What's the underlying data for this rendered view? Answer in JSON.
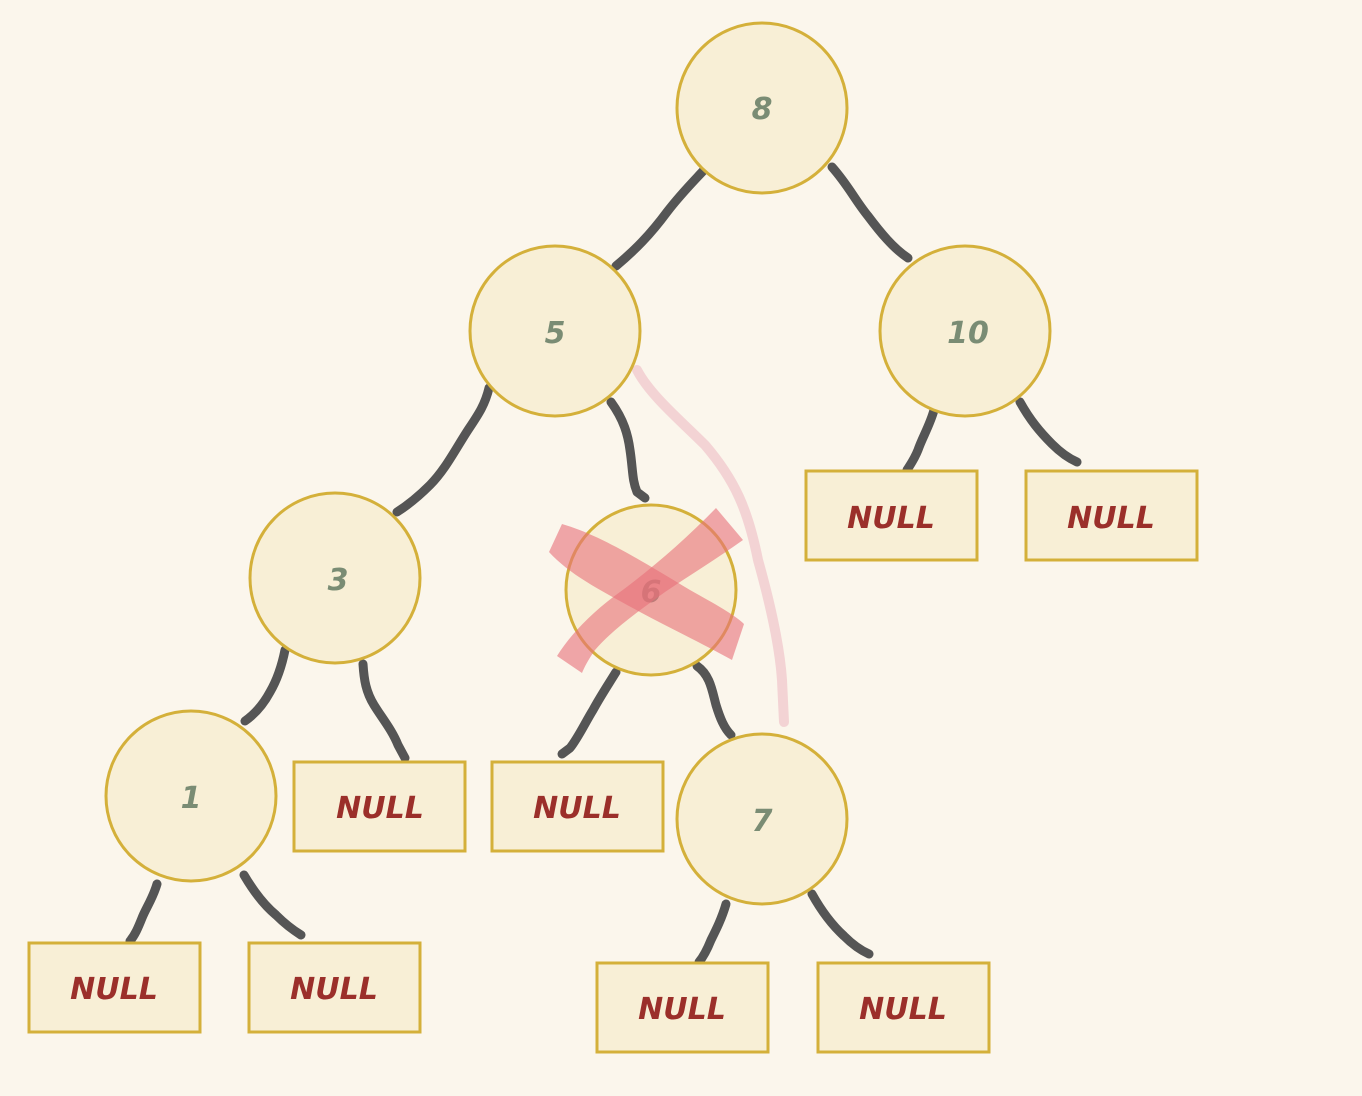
{
  "tree": {
    "nodes": [
      {
        "id": "n8",
        "label": "8"
      },
      {
        "id": "n5",
        "label": "5"
      },
      {
        "id": "n10",
        "label": "10"
      },
      {
        "id": "n3",
        "label": "3"
      },
      {
        "id": "n6",
        "label": "6",
        "deleted": true
      },
      {
        "id": "n1",
        "label": "1"
      },
      {
        "id": "n7",
        "label": "7"
      }
    ],
    "null_label": "NULL",
    "colors": {
      "background": "#fbf6ec",
      "node_fill": "#f8efd6",
      "node_border": "#d4b03a",
      "node_text": "#7a8c74",
      "null_text": "#9b2f2a",
      "edge": "#555555",
      "delete_mark": "#e8707a"
    }
  }
}
